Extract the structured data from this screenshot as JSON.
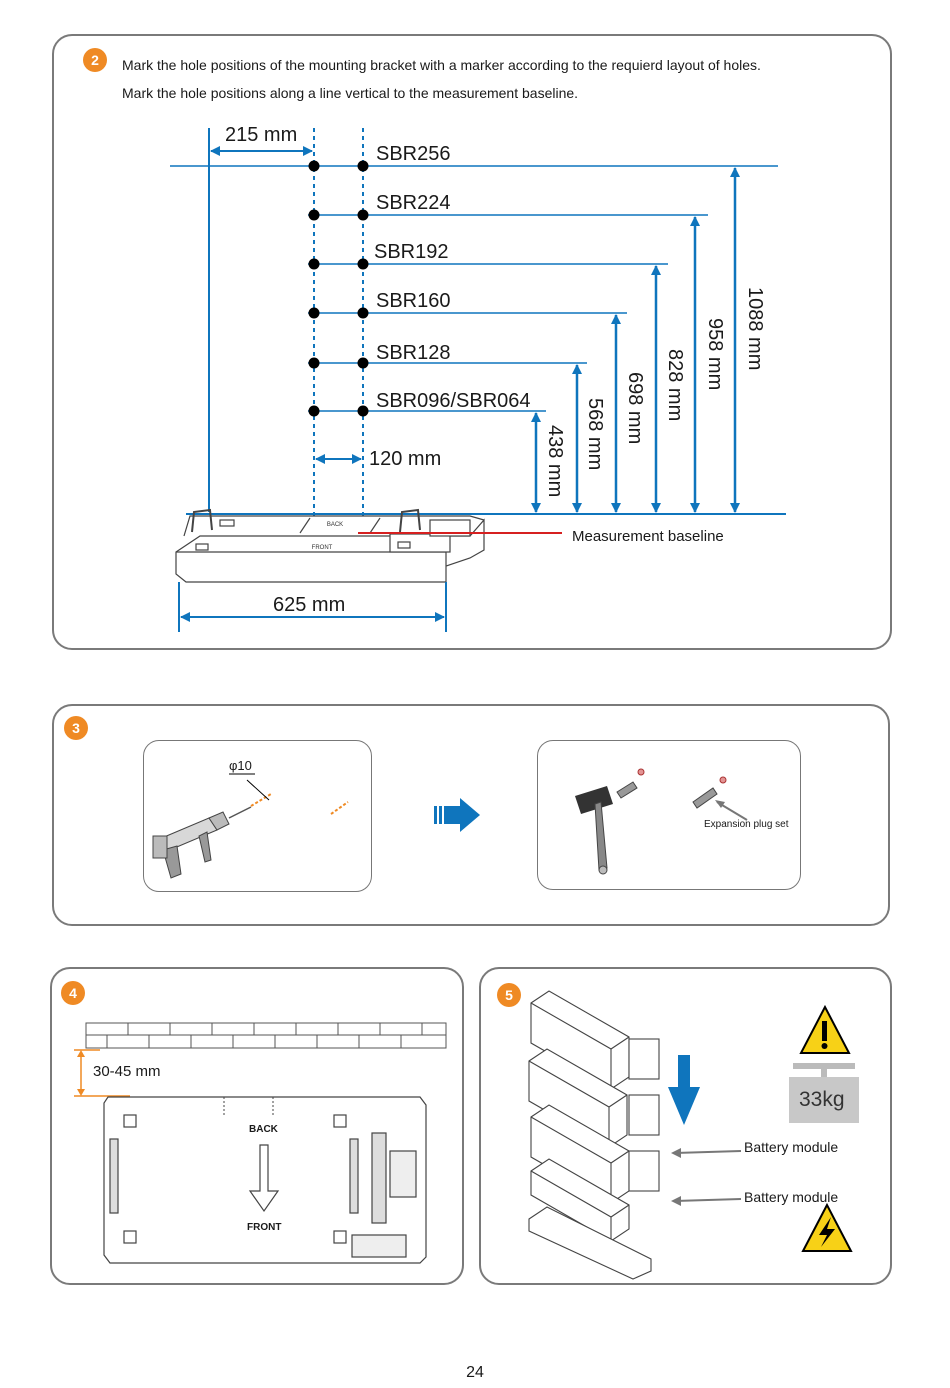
{
  "step2": {
    "number": "2",
    "instruction_1": "Mark the hole positions of the mounting bracket with a marker according to the requierd layout of holes.",
    "instruction_2": "Mark the hole positions along a line vertical to the measurement baseline.",
    "dim_left": "215 mm",
    "dim_spacing": "120 mm",
    "dim_width": "625 mm",
    "baseline_label": "Measurement baseline",
    "models": [
      "SBR256",
      "SBR224",
      "SBR192",
      "SBR160",
      "SBR128",
      "SBR096/SBR064"
    ],
    "heights": [
      "1088 mm",
      "958 mm",
      "828 mm",
      "698 mm",
      "568 mm",
      "438 mm"
    ],
    "base_back": "BACK",
    "base_front": "FRONT"
  },
  "step3": {
    "number": "3",
    "diameter": "φ10",
    "plug_label": "Expansion plug set"
  },
  "step4": {
    "number": "4",
    "gap": "30-45 mm",
    "back": "BACK",
    "front": "FRONT"
  },
  "step5": {
    "number": "5",
    "weight": "33kg",
    "module_label_1": "Battery module",
    "module_label_2": "Battery module"
  },
  "colors": {
    "accent_orange": "#ef8a24",
    "dimension_blue": "#0f75bd",
    "baseline_red": "#d62020",
    "warning_yellow": "#f7d117"
  },
  "page_number": "24"
}
